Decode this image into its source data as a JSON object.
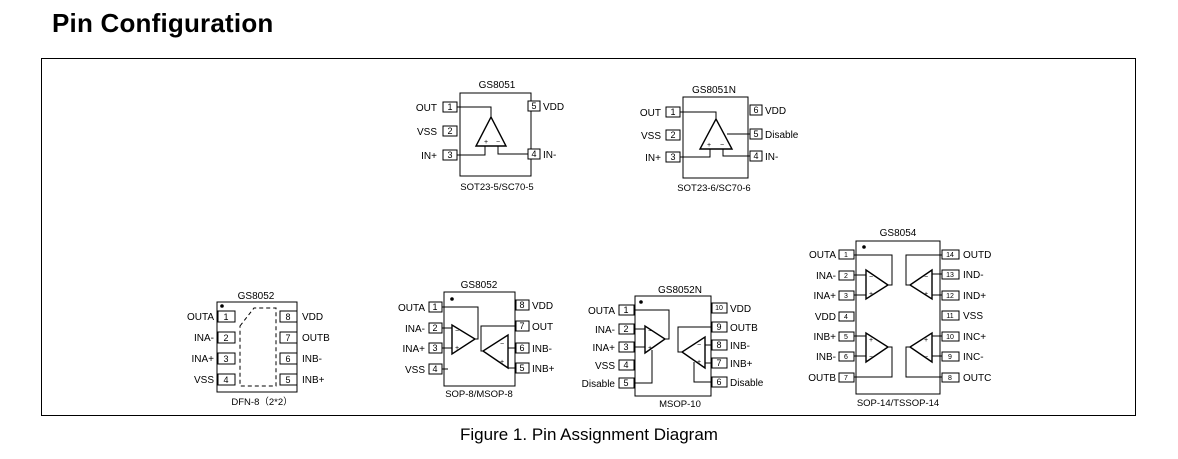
{
  "page": {
    "heading": "Pin Configuration",
    "caption": "Figure 1. Pin Assignment Diagram"
  },
  "chips": {
    "gs8051": {
      "name": "GS8051",
      "package": "SOT23-5/SC70-5",
      "pins": [
        {
          "num": "1",
          "label": "OUT"
        },
        {
          "num": "2",
          "label": "VSS"
        },
        {
          "num": "3",
          "label": "IN+"
        },
        {
          "num": "5",
          "label": "VDD"
        },
        {
          "num": "4",
          "label": "IN-"
        }
      ]
    },
    "gs8051n": {
      "name": "GS8051N",
      "package": "SOT23-6/SC70-6",
      "pins": [
        {
          "num": "1",
          "label": "OUT"
        },
        {
          "num": "2",
          "label": "VSS"
        },
        {
          "num": "3",
          "label": "IN+"
        },
        {
          "num": "6",
          "label": "VDD"
        },
        {
          "num": "5",
          "label": "Disable"
        },
        {
          "num": "4",
          "label": "IN-"
        }
      ]
    },
    "gs8052_dfn": {
      "name": "GS8052",
      "package": "DFN-8（2*2）",
      "pins": [
        {
          "num": "1",
          "label": "OUTA"
        },
        {
          "num": "2",
          "label": "INA-"
        },
        {
          "num": "3",
          "label": "INA+"
        },
        {
          "num": "4",
          "label": "VSS"
        },
        {
          "num": "8",
          "label": "VDD"
        },
        {
          "num": "7",
          "label": "OUTB"
        },
        {
          "num": "6",
          "label": "INB-"
        },
        {
          "num": "5",
          "label": "INB+"
        }
      ]
    },
    "gs8052_sop": {
      "name": "GS8052",
      "package": "SOP-8/MSOP-8",
      "pins": [
        {
          "num": "1",
          "label": "OUTA"
        },
        {
          "num": "2",
          "label": "INA-"
        },
        {
          "num": "3",
          "label": "INA+"
        },
        {
          "num": "4",
          "label": "VSS"
        },
        {
          "num": "8",
          "label": "VDD"
        },
        {
          "num": "7",
          "label": "OUT"
        },
        {
          "num": "6",
          "label": "INB-"
        },
        {
          "num": "5",
          "label": "INB+"
        }
      ]
    },
    "gs8052n": {
      "name": "GS8052N",
      "package": "MSOP-10",
      "pins": [
        {
          "num": "1",
          "label": "OUTA"
        },
        {
          "num": "2",
          "label": "INA-"
        },
        {
          "num": "3",
          "label": "INA+"
        },
        {
          "num": "4",
          "label": "VSS"
        },
        {
          "num": "5",
          "label": "Disable"
        },
        {
          "num": "10",
          "label": "VDD"
        },
        {
          "num": "9",
          "label": "OUTB"
        },
        {
          "num": "8",
          "label": "INB-"
        },
        {
          "num": "7",
          "label": "INB+"
        },
        {
          "num": "6",
          "label": "Disable"
        }
      ]
    },
    "gs8054": {
      "name": "GS8054",
      "package": "SOP-14/TSSOP-14",
      "pins": [
        {
          "num": "1",
          "label": "OUTA"
        },
        {
          "num": "2",
          "label": "INA-"
        },
        {
          "num": "3",
          "label": "INA+"
        },
        {
          "num": "4",
          "label": "VDD"
        },
        {
          "num": "5",
          "label": "INB+"
        },
        {
          "num": "6",
          "label": "INB-"
        },
        {
          "num": "7",
          "label": "OUTB"
        },
        {
          "num": "14",
          "label": "OUTD"
        },
        {
          "num": "13",
          "label": "IND-"
        },
        {
          "num": "12",
          "label": "IND+"
        },
        {
          "num": "11",
          "label": "VSS"
        },
        {
          "num": "10",
          "label": "INC+"
        },
        {
          "num": "9",
          "label": "INC-"
        },
        {
          "num": "8",
          "label": "OUTC"
        }
      ]
    }
  }
}
